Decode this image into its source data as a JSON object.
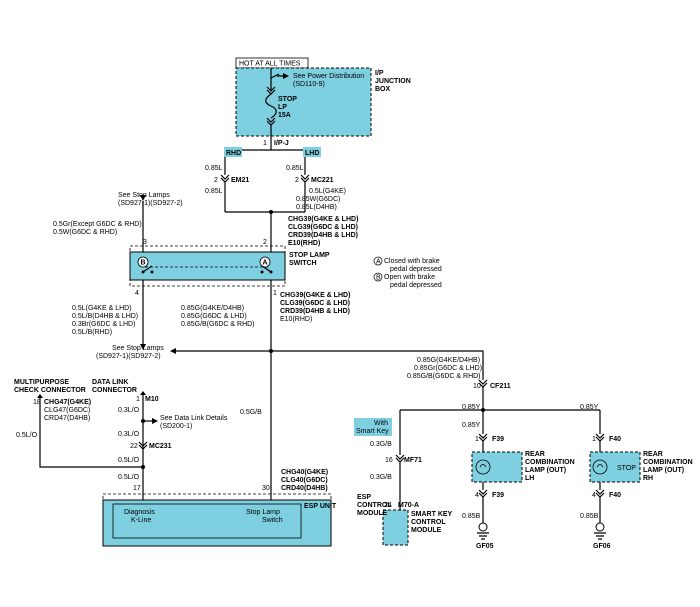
{
  "hot": "HOT AT ALL TIMES",
  "jbox": {
    "see": "See Power Distribution",
    "see_ref": "(SD110-9)",
    "fuse": [
      "STOP",
      "LP",
      "15A"
    ],
    "name": [
      "I/P",
      "JUNCTION",
      "BOX"
    ],
    "pin": "1",
    "connector": "I/P-J"
  },
  "tags": {
    "rhd": "RHD",
    "lhd": "LHD",
    "smart": [
      "With",
      "Smart Key"
    ]
  },
  "left_branch": {
    "wire1": "0.85L",
    "pin": "2",
    "conn": "EM21",
    "wire2": "0.85L"
  },
  "right_branch": {
    "wire1": "0.85L",
    "pin": "2",
    "conn": "MC221",
    "wire2": [
      "0.5L(G4KE)",
      "0.85W(G6DC)",
      "0.85L(D4HB)"
    ]
  },
  "stop_lamps_top": {
    "text": "See Stop Lamps",
    "ref": "(SD927-1)(SD927-2)"
  },
  "left_wire_top": [
    "0.5Gr(Except G6DC & RHD)",
    "0.5W(G6DC & RHD)"
  ],
  "conn_top": [
    "CHG39(G4KE & LHD)",
    "CLG39(G6DC & LHD)",
    "CRD39(D4HB & LHD)",
    "E10(RHD)"
  ],
  "switch": {
    "pins": {
      "p3": "3",
      "p2": "2",
      "p4": "4",
      "p1": "1"
    },
    "a": "A",
    "b": "B",
    "name": [
      "STOP LAMP",
      "SWITCH"
    ]
  },
  "legend": [
    "Closed with brake",
    "pedal depressed",
    "Open with brake",
    "pedal depressed"
  ],
  "left_wire_bottom": [
    "0.5L(G4KE & LHD)",
    "0.5L/B(D4HB & LHD)",
    "0.3Br(G6DC & LHD)",
    "0.5L/B(RHD)"
  ],
  "right_wire_bottom": [
    "0.85G(G4KE/D4HB)",
    "0.85G(G6DC & LHD)",
    "0.85G/B(G6DC & RHD)"
  ],
  "conn_bottom": [
    "CHG39(G4KE & LHD)",
    "CLG39(G6DC & LHD)",
    "CRD39(D4HB & LHD)",
    "E10(RHD)"
  ],
  "stop_lamps_mid": {
    "text": "See Stop Lamps",
    "ref": "(SD927-1)(SD927-2)"
  },
  "multipurpose": {
    "title": [
      "MULTIPURPOSE",
      "CHECK CONNECTOR"
    ],
    "pin": "18",
    "conn": [
      "CHG47(G4KE)",
      "CLG47(G6DC)",
      "CRD47(D4HB)"
    ],
    "wire": "0.5L/O"
  },
  "dlc": {
    "title": [
      "DATA LINK",
      "CONNECTOR"
    ],
    "pin": "1",
    "conn": "M10",
    "wire1": "0.3L/O",
    "see": "See Data Link Details",
    "see_ref": "(SD200-1)",
    "wire2": "0.3L/O",
    "pin2": "22",
    "conn2": "MC231",
    "wire3": "0.5L/O",
    "wire4": "0.5L/O"
  },
  "mid_wire": "0.5G/B",
  "right_wires": [
    "0.85G(G4KE/D4HB)",
    "0.85Gr(G6DC & LHD)",
    "0.85G/B(G6DC & RHD)"
  ],
  "cf211": {
    "pin": "10",
    "name": "CF211"
  },
  "branch_wires": {
    "left": "0.85Y",
    "right": "0.85Y",
    "f39_wire": "0.85Y"
  },
  "mf71": {
    "wire": "0.3G/B",
    "pin": "16",
    "name": "MF71",
    "wire2": "0.3G/B"
  },
  "esp": {
    "pins": {
      "p17": "17",
      "p30": "30"
    },
    "conn": [
      "CHG40(G4KE)",
      "CLG40(G6DC)",
      "CRD40(D4HB)"
    ],
    "inner_left": [
      "Diagnosis",
      "K-Line"
    ],
    "inner_right": [
      "Stop Lamp",
      "Switch"
    ],
    "name": [
      "ESP",
      "CONTROL",
      "MODULE"
    ],
    "unit_label": "ESP UNIT"
  },
  "smart_key": {
    "pin": "24",
    "conn": "M70-A",
    "name": [
      "SMART KEY",
      "CONTROL",
      "MODULE"
    ]
  },
  "lamp_lh": {
    "pin_top": "1",
    "conn_top": "F39",
    "pin_bottom": "4",
    "conn_bottom": "F39",
    "name": [
      "REAR",
      "COMBINATION",
      "LAMP (OUT)",
      "LH"
    ],
    "wire": "0.85B",
    "ground": "GF05"
  },
  "lamp_rh": {
    "pin_top": "1",
    "conn_top": "F40",
    "pin_bottom": "4",
    "conn_bottom": "F40",
    "stop": "STOP",
    "name": [
      "REAR",
      "COMBINATION",
      "LAMP (OUT)",
      "RH"
    ],
    "wire": "0.85B",
    "ground": "GF06"
  }
}
